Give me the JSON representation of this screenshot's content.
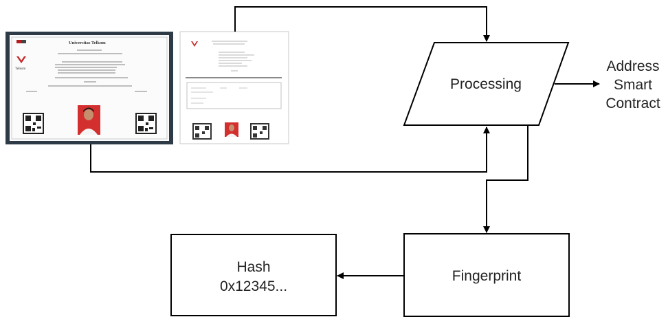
{
  "diagram": {
    "nodes": {
      "processing": {
        "label": "Processing"
      },
      "fingerprint": {
        "label": "Fingerprint"
      },
      "hash": {
        "line1": "Hash",
        "line2": "0x12345..."
      },
      "address": {
        "line1": "Address",
        "line2": "Smart",
        "line3": "Contract"
      }
    },
    "certificate": {
      "university": "Universitas Telkom",
      "logo_text": "Telkom"
    }
  }
}
